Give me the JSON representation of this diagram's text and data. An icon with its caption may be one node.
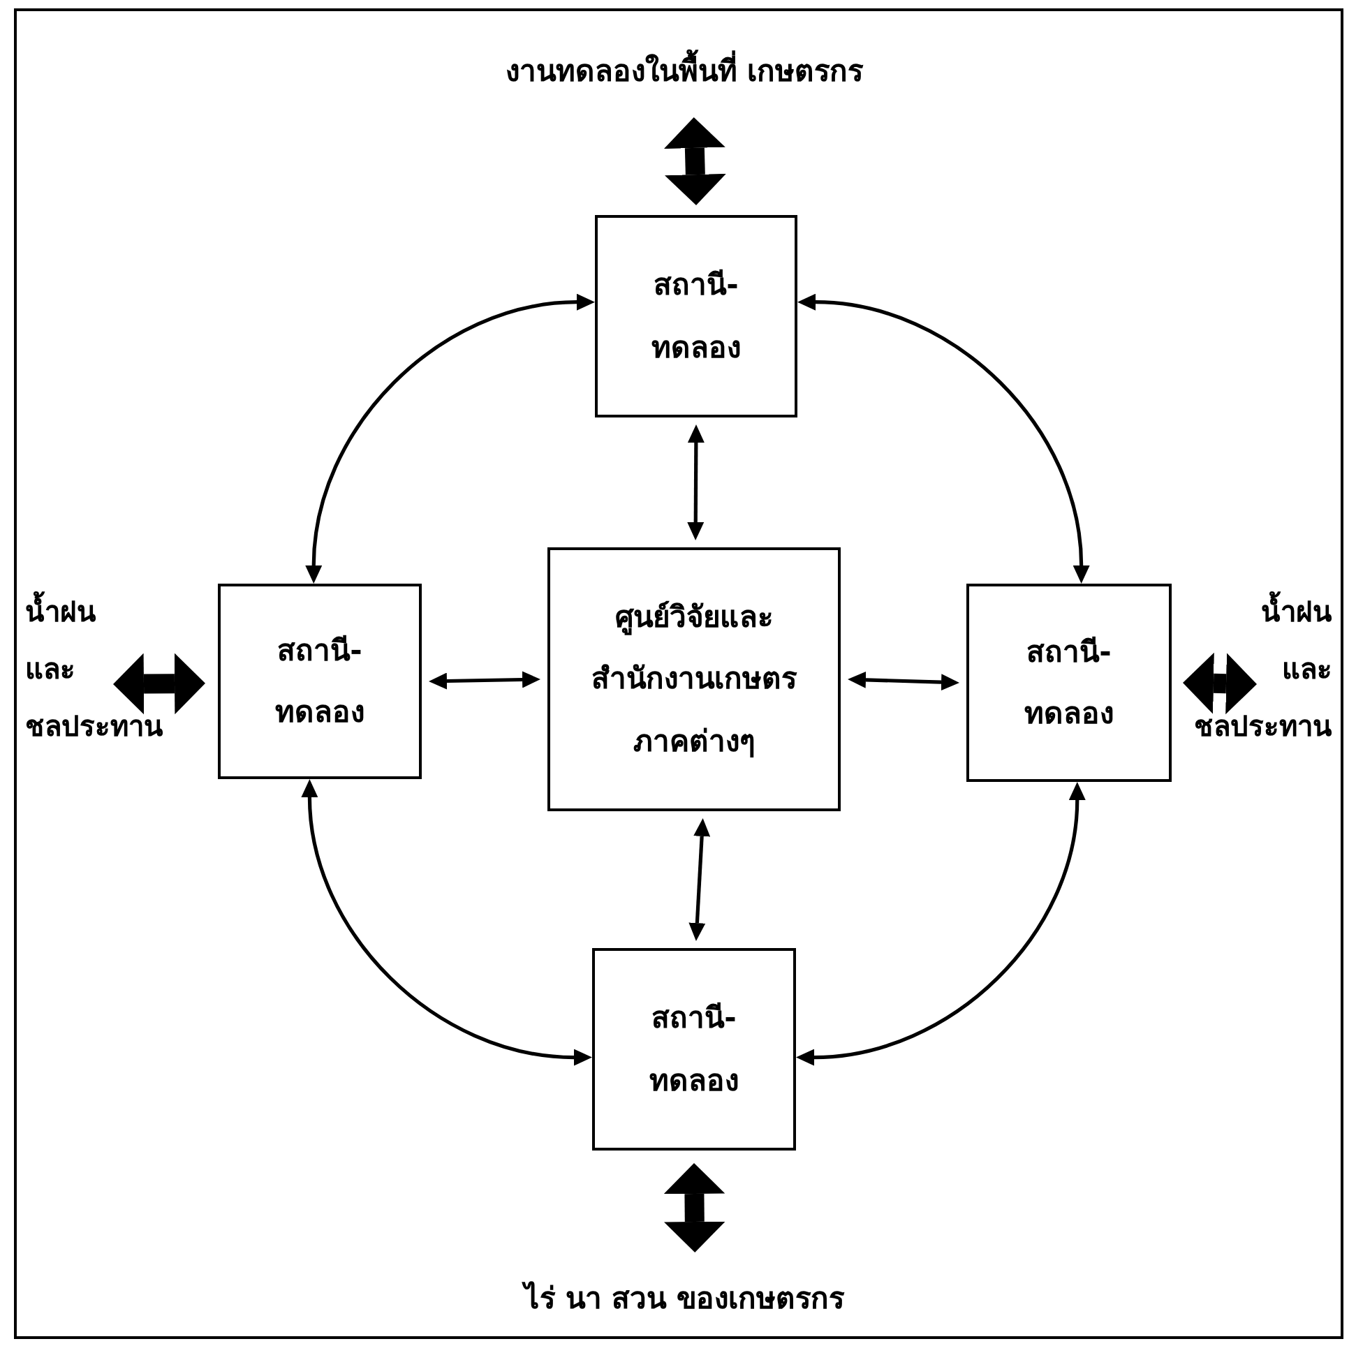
{
  "diagram": {
    "nodes": [
      {
        "text": [
          "งานทดลองในพื้นที่ เกษตรกร"
        ]
      },
      {
        "text": [
          "สถานี-ทดลอง"
        ]
      },
      {
        "text": [
          "น้ำฝน และ ชลประทาน"
        ]
      },
      {
        "text": [
          "สถานี-ทดลอง"
        ]
      },
      {
        "text": [
          "ศูนย์วิจัยและสำนักงานเกษตรภาคต่างๆ"
        ]
      },
      {
        "text": [
          "สถานี-ทดลอง"
        ]
      },
      {
        "text": [
          "น้ำฝน และ ชลประทาน"
        ]
      },
      {
        "text": [
          "สถานี-ทดลอง"
        ]
      },
      {
        "text": [
          "ไร่ นา สวน ของเกษตรกร"
        ]
      }
    ],
    "edges": [
      {
        "from": 0,
        "to": 1,
        "arrow": "both",
        "style": "thick"
      },
      {
        "from": 2,
        "to": 3,
        "arrow": "both",
        "style": "thick"
      },
      {
        "from": 5,
        "to": 6,
        "arrow": "both",
        "style": "thick"
      },
      {
        "from": 7,
        "to": 8,
        "arrow": "both",
        "style": "thick"
      },
      {
        "from": 1,
        "to": 4,
        "arrow": "both"
      },
      {
        "from": 3,
        "to": 4,
        "arrow": "both"
      },
      {
        "from": 4,
        "to": 5,
        "arrow": "both"
      },
      {
        "from": 4,
        "to": 7,
        "arrow": "both"
      },
      {
        "from": 1,
        "to": 3,
        "arrow": "both"
      },
      {
        "from": 1,
        "to": 5,
        "arrow": "both"
      },
      {
        "from": 3,
        "to": 7,
        "arrow": "both"
      },
      {
        "from": 5,
        "to": 7,
        "arrow": "both"
      }
    ]
  }
}
